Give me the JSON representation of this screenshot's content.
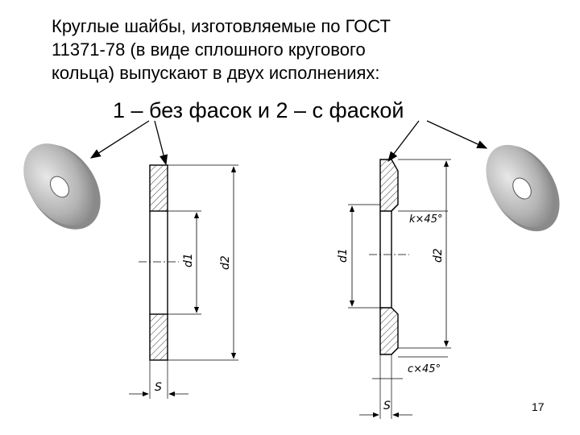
{
  "slide": {
    "title": "Круглые шайбы, изготовляемые по ГОСТ\n   11371-78 (в виде сплошного кругового\n   кольца) выпускают в двух исполнениях:",
    "subtitle": "1 – без фасок и  2 – с фаской",
    "page_number": "17"
  },
  "drawing": {
    "version1": {
      "d1": "d1",
      "d2": "d2",
      "s": "S"
    },
    "version2": {
      "d1": "d1",
      "d2": "d2",
      "s": "S",
      "chamfer_top": "k×45°",
      "chamfer_bottom": "c×45°"
    }
  }
}
